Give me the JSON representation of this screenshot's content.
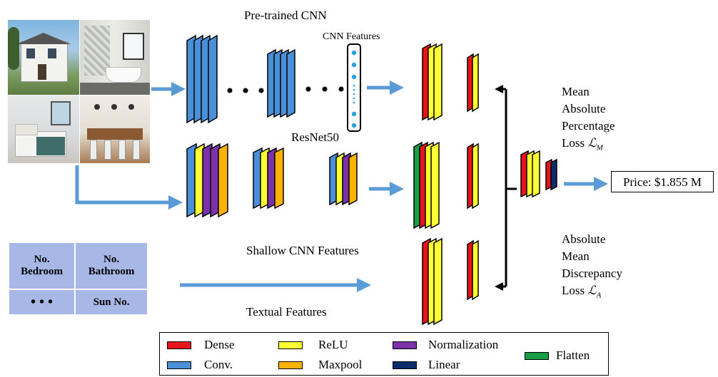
{
  "diagram": {
    "pretrained_title": "Pre-trained CNN",
    "cnn_features_label": "CNN Features",
    "resnet_label": "ResNet50",
    "shallow_label": "Shallow CNN Features",
    "textual_label": "Textual Features",
    "price_label": "Price: $1.855 M",
    "loss_m": {
      "line1": "Mean",
      "line2": "Absolute",
      "line3": "Percentage",
      "line4": "Loss",
      "symbol": "ℒ",
      "subscript": "M"
    },
    "loss_a": {
      "line1": "Absolute",
      "line2": "Mean",
      "line3": "Discrepancy",
      "line4": "Loss",
      "symbol": "ℒ",
      "subscript": "A"
    },
    "text_table": {
      "r1c1": "No.\nBedroom",
      "r1c2": "No.\nBathroom",
      "r2c1": "• • •",
      "r2c2": "Sun No."
    }
  },
  "legend": [
    {
      "label": "Dense",
      "color": "#e8141b"
    },
    {
      "label": "ReLU",
      "color": "#ffff33"
    },
    {
      "label": "Normalization",
      "color": "#7b32a8"
    },
    {
      "label": "Flatten",
      "color": "#1a9e45"
    },
    {
      "label": "Conv.",
      "color": "#4a90d9"
    },
    {
      "label": "Maxpool",
      "color": "#ffb300"
    },
    {
      "label": "Linear",
      "color": "#0c2d6b"
    }
  ],
  "colors": {
    "dense": "#e8141b",
    "relu": "#ffff33",
    "normalization": "#7b32a8",
    "flatten": "#1a9e45",
    "conv": "#4a90d9",
    "maxpool": "#ffb300",
    "linear": "#0c2d6b",
    "arrow": "#5b9bd5",
    "table_cell": "#a7b8e6"
  }
}
